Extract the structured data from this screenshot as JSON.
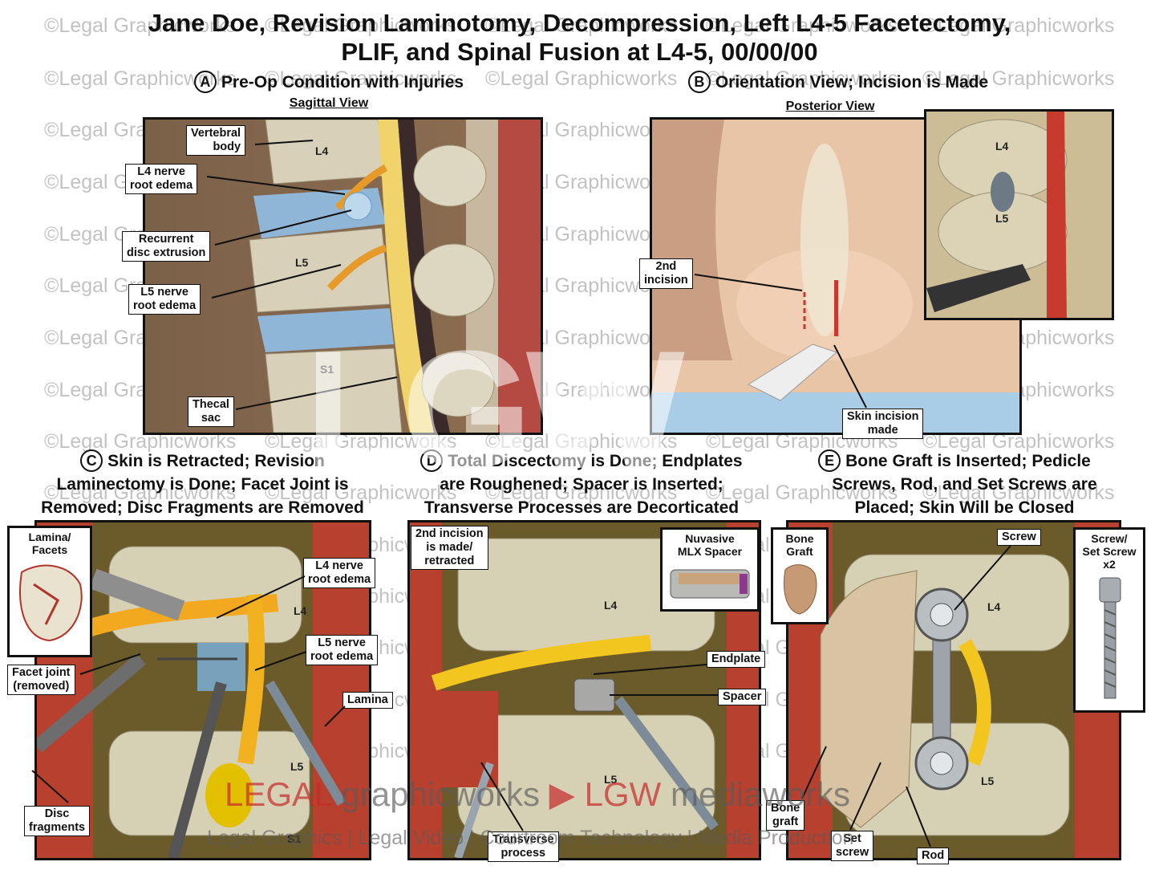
{
  "title": {
    "line1": "Jane Doe, Revision Laminotomy, Decompression, Left L4-5 Facetectomy,",
    "line2": "PLIF, and Spinal Fusion at L4-5, 00/00/00"
  },
  "panel_a": {
    "letter": "A",
    "title": "Pre-Op Condition with Injuries",
    "view": "Sagittal View",
    "labels": {
      "vertebral_body": "Vertebral\nbody",
      "l4_nerve": "L4 nerve\nroot edema",
      "recurrent_disc": "Recurrent\ndisc extrusion",
      "l5_nerve": "L5 nerve\nroot edema",
      "thecal_sac": "Thecal\nsac",
      "l4": "L4",
      "l5": "L5",
      "s1": "S1"
    }
  },
  "panel_b": {
    "letter": "B",
    "title": "Orientation View; Incision is Made",
    "view": "Posterior View",
    "labels": {
      "second_incision": "2nd\nincision",
      "skin_incision": "Skin incision\nmade",
      "l4": "L4",
      "l5": "L5"
    }
  },
  "panel_c": {
    "letter": "C",
    "title_l1": "Skin is Retracted; Revision",
    "title_l2": "Laminectomy is Done; Facet Joint is",
    "title_l3": "Removed; Disc Fragments are Removed",
    "inset_title": "Lamina/\nFacets",
    "labels": {
      "l4_nerve": "L4 nerve\nroot edema",
      "l5_nerve": "L5 nerve\nroot edema",
      "lamina": "Lamina",
      "facet_joint": "Facet joint\n(removed)",
      "disc_fragments": "Disc\nfragments",
      "l4": "L4",
      "l5": "L5",
      "s1": "S1"
    }
  },
  "panel_d": {
    "letter": "D",
    "title_l1": "Total Discectomy is Done; Endplates",
    "title_l2": "are Roughened; Spacer is Inserted;",
    "title_l3": "Transverse Processes are Decorticated",
    "inset_title": "Nuvasive\nMLX Spacer",
    "labels": {
      "second_incision": "2nd incision\nis made/\nretracted",
      "endplate": "Endplate",
      "spacer": "Spacer",
      "transverse": "Transverse\nprocess",
      "l4": "L4",
      "l5": "L5"
    }
  },
  "panel_e": {
    "letter": "E",
    "title_l1": "Bone Graft is Inserted; Pedicle",
    "title_l2": "Screws, Rod, and Set Screws are",
    "title_l3": "Placed; Skin Will be Closed",
    "inset_left_title": "Bone\nGraft",
    "inset_right_title": "Screw/\nSet Screw\nx2",
    "labels": {
      "screw": "Screw",
      "bone_graft": "Bone\ngraft",
      "set_screw": "Set\nscrew",
      "rod": "Rod",
      "l4": "L4",
      "l5": "L5"
    }
  },
  "watermark": {
    "text": "©Legal Graphicworks",
    "logo": "LGW",
    "brand_a": "LEGAL",
    "brand_b": "graphicworks",
    "brand_c": "LGW",
    "brand_d": "mediaworks",
    "tagline": "Legal Graphics | Legal Video | Courtroom Technology | Media Production"
  },
  "colors": {
    "nerve": "#e8b500",
    "vessel_red": "#b8302a",
    "bone": "#d9d2bd",
    "disc_blue": "#7fb0d8",
    "skin": "#e6c3a6"
  }
}
